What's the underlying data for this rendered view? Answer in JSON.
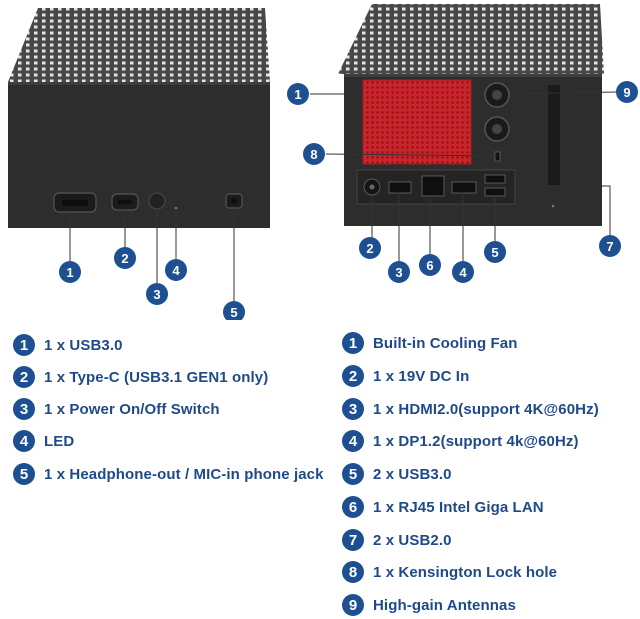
{
  "colors": {
    "badge": "#1d4f91",
    "text": "#1f4a8a",
    "chassis": "#2b2b2b",
    "fan_grille": "#c9252c"
  },
  "left_view": {
    "callouts": [
      "1",
      "2",
      "3",
      "4",
      "5"
    ]
  },
  "right_view": {
    "callouts": [
      "1",
      "2",
      "3",
      "4",
      "5",
      "6",
      "7",
      "8",
      "9"
    ]
  },
  "legend_left": [
    {
      "num": "1",
      "label": "1 x USB3.0"
    },
    {
      "num": "2",
      "label": "1 x Type-C (USB3.1 GEN1 only)"
    },
    {
      "num": "3",
      "label": "1 x Power On/Off Switch"
    },
    {
      "num": "4",
      "label": "LED"
    },
    {
      "num": "5",
      "label": "1 x Headphone-out / MIC-in phone jack"
    }
  ],
  "legend_right": [
    {
      "num": "1",
      "label": "Built-in Cooling Fan"
    },
    {
      "num": "2",
      "label": "1 x 19V DC In"
    },
    {
      "num": "3",
      "label": "1 x HDMI2.0(support 4K@60Hz)"
    },
    {
      "num": "4",
      "label": "1 x DP1.2(support 4k@60Hz)"
    },
    {
      "num": "5",
      "label": "2 x USB3.0"
    },
    {
      "num": "6",
      "label": "1 x RJ45 Intel Giga LAN"
    },
    {
      "num": "7",
      "label": "2 x USB2.0"
    },
    {
      "num": "8",
      "label": "1 x Kensington Lock hole"
    },
    {
      "num": "9",
      "label": "High-gain Antennas"
    }
  ]
}
